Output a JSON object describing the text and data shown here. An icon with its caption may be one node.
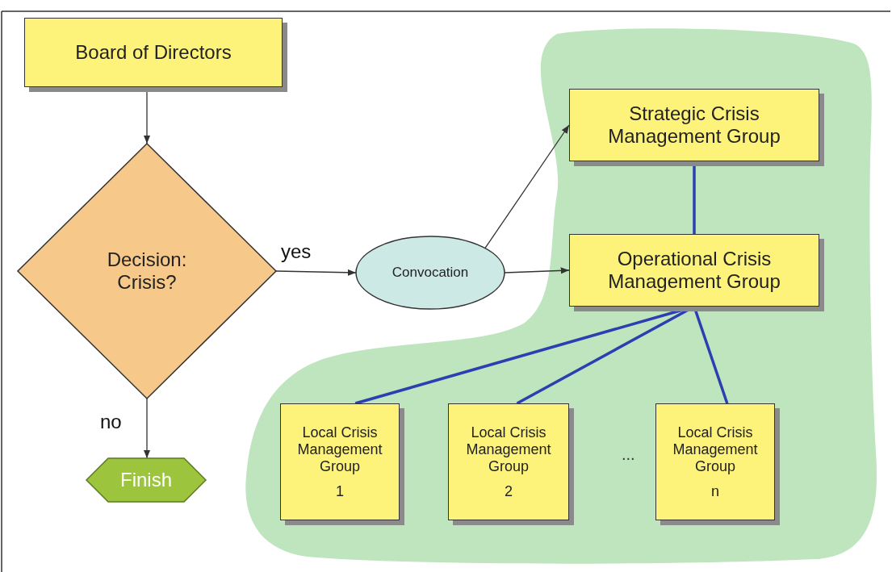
{
  "diagram": {
    "nodes": [
      {
        "text": [
          "Board of Directors"
        ]
      },
      {
        "text": [
          "Decision: Crisis?"
        ]
      },
      {
        "text": [
          "Convocation"
        ]
      },
      {
        "text": [
          "Strategic Crisis Management Group"
        ]
      },
      {
        "text": [
          "Operational Crisis Management Group"
        ]
      },
      {
        "text": [
          "Local Crisis Management Group",
          "1"
        ]
      },
      {
        "text": [
          "Local Crisis Management Group",
          "2"
        ]
      },
      {
        "text": [
          "Local Crisis Management Group",
          "n"
        ]
      },
      {
        "text": [
          "Finish"
        ]
      }
    ],
    "edges": [
      {
        "from": 0,
        "to": 1,
        "arrow": "to"
      },
      {
        "from": 1,
        "to": 2,
        "arrow": "to",
        "label": "yes"
      },
      {
        "from": 1,
        "to": 8,
        "arrow": "to",
        "label": "no"
      },
      {
        "from": 2,
        "to": 3,
        "arrow": "to"
      },
      {
        "from": 2,
        "to": 4,
        "arrow": "to"
      },
      {
        "from": 3,
        "to": 4,
        "arrow": "none",
        "style": "thick",
        "color": "#2b3fb0"
      },
      {
        "from": 4,
        "to": 5,
        "arrow": "none",
        "style": "thick",
        "color": "#2b3fb0"
      },
      {
        "from": 4,
        "to": 6,
        "arrow": "none",
        "style": "thick",
        "color": "#2b3fb0"
      },
      {
        "from": 4,
        "to": 7,
        "arrow": "none",
        "style": "thick",
        "color": "#2b3fb0"
      }
    ],
    "labels": [
      "..."
    ]
  }
}
